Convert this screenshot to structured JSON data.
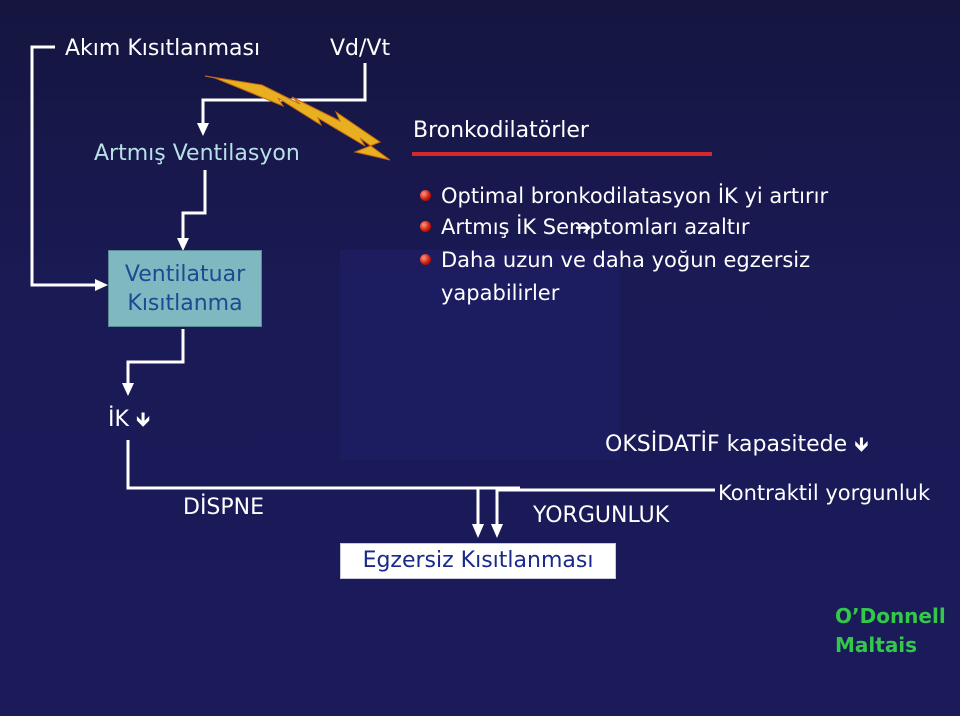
{
  "colors": {
    "background": "#1b1b5c",
    "box_fill": "#7fb8c0",
    "underline": "#d4282a",
    "bullet": "#d21a10",
    "author_text": "#33c84a"
  },
  "top": {
    "akim": "Akım Kısıtlanması",
    "vdvt": "Vd/Vt",
    "artmis_ventilasyon": "Artmış Ventilasyon",
    "box_line1": "Ventilatuar",
    "box_line2": "Kısıtlanma"
  },
  "right": {
    "title": "Bronkodilatörler",
    "bullets": [
      "Optimal bronkodilatasyon İK yi artırır",
      "Artmış İK  Semptomları azaltır",
      "Daha uzun ve daha yoğun egzersiz"
    ],
    "bullet3_cont": "yapabilirler",
    "arrow_glyph": "➔"
  },
  "bottom": {
    "ik": "İK",
    "dispne": "DİSPNE",
    "oksidatif": "OKSİDATİF kapasitede",
    "yorgunluk": "YORGUNLUK",
    "kontraktil": "Kontraktil yorgunluk",
    "egzersiz": "Egzersiz Kısıtlanması",
    "down_arrow": "🡻"
  },
  "authors": {
    "line1": "O’Donnell",
    "line2": "Maltais"
  }
}
